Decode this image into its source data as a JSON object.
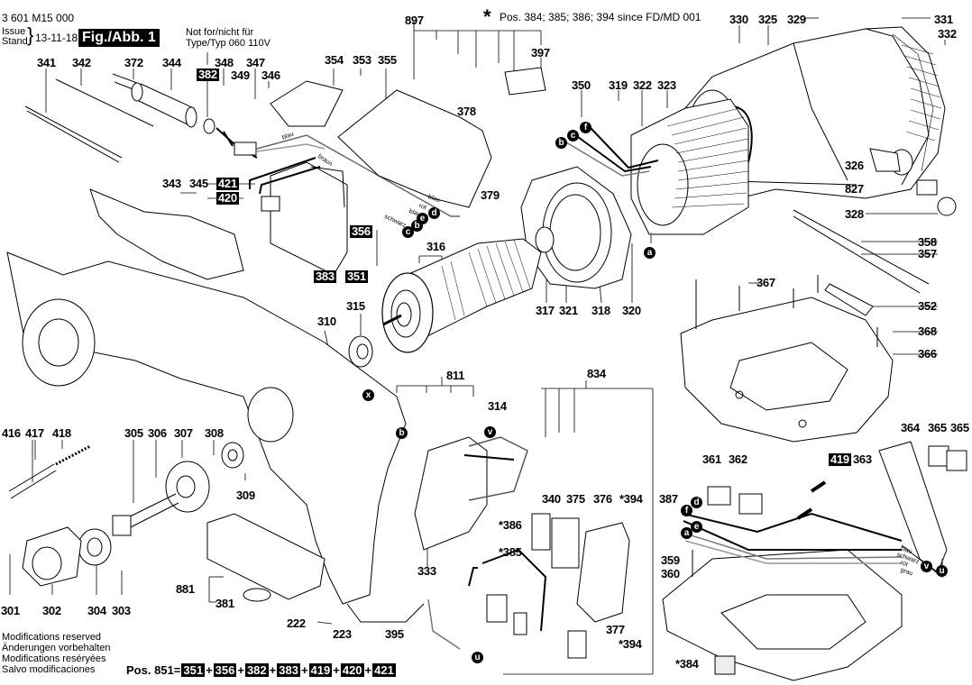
{
  "header": {
    "part_number": "3 601 M15 000",
    "issue_label": "Issue",
    "stand_label": "Stand",
    "issue_date": "13-11-18",
    "figure_label": "Fig./Abb. 1",
    "not_for_line1": "Not for/nicht für",
    "not_for_line2": "Type/Typ 060 110V",
    "star_note_symbol": "*",
    "star_note": "Pos. 384; 385; 386; 394 since FD/MD 001"
  },
  "footer": {
    "modifications": [
      "Modifications reserved",
      "Änderungen vorbehalten",
      "Modifications reséryées",
      "Salvo modificaciones"
    ],
    "pos_formula_label": "Pos. 851=",
    "pos_formula_parts": [
      "351",
      "356",
      "382",
      "383",
      "419",
      "420",
      "421"
    ],
    "plus": "+"
  },
  "part_labels": {
    "p341": "341",
    "p342": "342",
    "p372": "372",
    "p344": "344",
    "p382": "382",
    "p348": "348",
    "p349": "349",
    "p347": "347",
    "p346": "346",
    "p354": "354",
    "p353": "353",
    "p355": "355",
    "p897": "897",
    "p397": "397",
    "p378": "378",
    "p379": "379",
    "p350": "350",
    "p319": "319",
    "p322": "322",
    "p323": "323",
    "p330": "330",
    "p325": "325",
    "p329": "329",
    "p331": "331",
    "p332": "332",
    "p326": "326",
    "p827": "827",
    "p328": "328",
    "p358": "358",
    "p357": "357",
    "p367": "367",
    "p352": "352",
    "p368": "368",
    "p366": "366",
    "p343": "343",
    "p345": "345",
    "p421": "421",
    "p420": "420",
    "p356": "356",
    "p383": "383",
    "p351": "351",
    "p316": "316",
    "p315": "315",
    "p310": "310",
    "p317": "317",
    "p321": "321",
    "p318": "318",
    "p320": "320",
    "p811": "811",
    "p314": "314",
    "p834": "834",
    "p416": "416",
    "p417": "417",
    "p418": "418",
    "p305": "305",
    "p306": "306",
    "p307": "307",
    "p308": "308",
    "p309": "309",
    "p301": "301",
    "p302": "302",
    "p304": "304",
    "p303": "303",
    "p881": "881",
    "p381": "381",
    "p222": "222",
    "p223": "223",
    "p395": "395",
    "p333": "333",
    "p340": "340",
    "p375": "375",
    "p376": "376",
    "p394a": "*394",
    "p386": "*386",
    "p385": "*385",
    "p377": "377",
    "p394b": "*394",
    "p387": "387",
    "p361": "361",
    "p362": "362",
    "p419": "419",
    "p363": "363",
    "p364": "364",
    "p365a": "365",
    "p365b": "365",
    "p359": "359",
    "p360": "360",
    "p384": "*384"
  },
  "connector_markers": {
    "d1": "d",
    "e1": "e",
    "b1": "b",
    "c1": "c",
    "f2": "f",
    "c2": "c",
    "b2": "b",
    "a2": "a",
    "x": "x",
    "b3": "b",
    "v1": "v",
    "u1": "u",
    "f3": "f",
    "d3": "d",
    "e3": "e",
    "a3": "a",
    "v2": "v",
    "u2": "u"
  },
  "wire_labels": {
    "blau1": "blau",
    "braun": "braun",
    "blau2": "blau",
    "rot1": "rot",
    "blau3": "blau",
    "schwarz1": "schwarz",
    "blau4": "blau",
    "schwarz2": "schwarz",
    "rot2": "rot",
    "grau": "grau"
  }
}
